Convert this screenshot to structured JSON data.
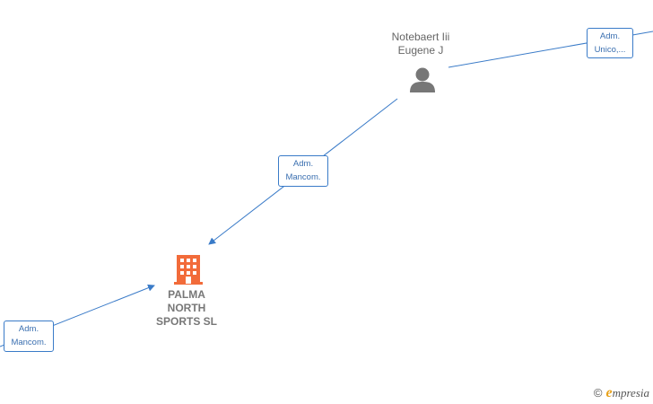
{
  "nodes": {
    "person": {
      "name": "Notebaert Iii\nEugene J"
    },
    "company": {
      "name": "PALMA\nNORTH\nSPORTS  SL"
    }
  },
  "edges": {
    "top_right": {
      "label": "Adm.\nUnico,..."
    },
    "middle": {
      "label": "Adm.\nMancom."
    },
    "bottom_left": {
      "label": "Adm.\nMancom."
    }
  },
  "watermark": {
    "symbol": "©",
    "brand_initial": "e",
    "brand_rest": "mpresia"
  },
  "colors": {
    "edge": "#3a7bc8",
    "company_icon": "#f26b3a",
    "person_icon": "#777777"
  }
}
